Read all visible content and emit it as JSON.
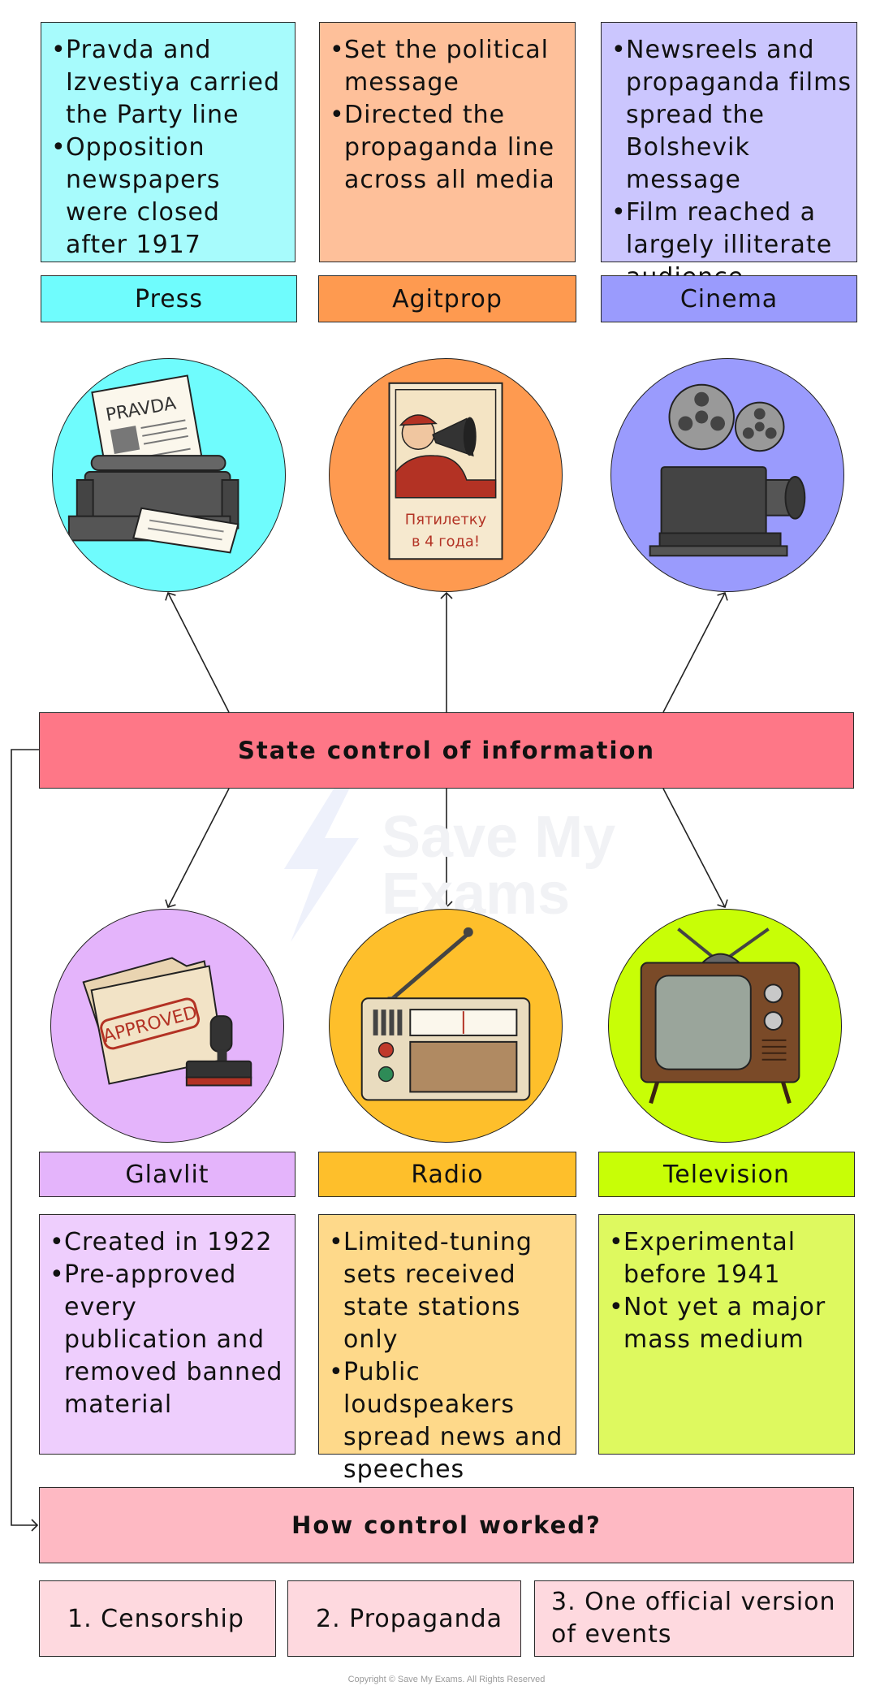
{
  "top": [
    {
      "label": "Press",
      "bullets": [
        "Pravda and Izvestiya carried the Party line",
        "Opposition newspapers were closed after 1917"
      ]
    },
    {
      "label": "Agitprop",
      "bullets": [
        "Set the political message",
        "Directed the propaganda line across all media"
      ]
    },
    {
      "label": "Cinema",
      "bullets": [
        "Newsreels and propaganda films spread the Bolshevik message",
        "Film reached a largely illiterate audience"
      ]
    }
  ],
  "center": {
    "title": "State control of information"
  },
  "bottom": [
    {
      "label": "Glavlit",
      "bullets": [
        "Created in 1922",
        "Pre-approved every publication and removed banned material"
      ]
    },
    {
      "label": "Radio",
      "bullets": [
        "Limited-tuning sets received state stations only",
        "Public loudspeakers spread news and speeches"
      ]
    },
    {
      "label": "Television",
      "bullets": [
        "Experimental before 1941",
        "Not yet a major mass medium"
      ]
    }
  ],
  "how": {
    "title": "How control worked?"
  },
  "methods": [
    "1. Censorship",
    "2. Propaganda",
    "3. One official version of events"
  ],
  "illustrations": {
    "press_newspaper": "PRAVDA",
    "poster_text_1": "Пятилетку",
    "poster_text_2": "в 4 года!",
    "folder_stamp": "APPROVED"
  },
  "watermark": {
    "line1": "Save My",
    "line2": "Exams"
  },
  "copyright": "Copyright © Save My Exams. All Rights Reserved",
  "colors": {
    "press_light": "#a7fbfc",
    "press": "#6ffcfd",
    "agitprop_light": "#fec09a",
    "agitprop": "#fe9a50",
    "cinema_light": "#cbc6fe",
    "cinema": "#9a9bfd",
    "glavlit_light": "#eecefd",
    "glavlit": "#e4b4fb",
    "radio_light": "#fed98a",
    "radio": "#febf2b",
    "tv_light": "#def95f",
    "tv": "#c8fe06",
    "center": "#fe7787",
    "how": "#feb9c3",
    "method": "#fed9df"
  }
}
